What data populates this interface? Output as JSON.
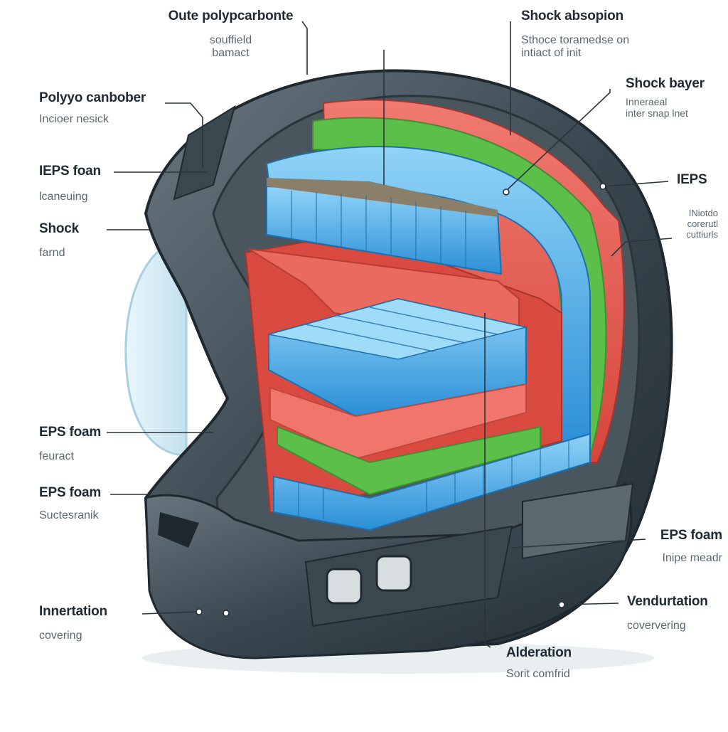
{
  "callouts": [
    {
      "id": "outer-shell",
      "title": "Oute polypcarbonte",
      "sub": "souffield\nbamact"
    },
    {
      "id": "shock-absorption",
      "title": "Shock absopion",
      "sub": "Sthoce toramedse on\nintiact of init"
    },
    {
      "id": "shock-bayer",
      "title": "Shock bayer",
      "sub": "Inneraeal\ninter snap lnet"
    },
    {
      "id": "polyyo-canbober",
      "title": "Polyyo canbober",
      "sub": "Incioer nesick"
    },
    {
      "id": "ieps-foam-left",
      "title": "IEPS foan",
      "sub": "lcaneuing"
    },
    {
      "id": "ieps-right",
      "title": "IEPS",
      "sub": "INiotdo\ncorerutl\ncuttiurls"
    },
    {
      "id": "shock-left",
      "title": "Shock",
      "sub": "farnd"
    },
    {
      "id": "eps-foam-1",
      "title": "EPS foam",
      "sub": "feuract"
    },
    {
      "id": "eps-foam-2",
      "title": "EPS foam",
      "sub": "Suctesranik"
    },
    {
      "id": "eps-foam-right",
      "title": "EPS foam",
      "sub": "Inipe meadr"
    },
    {
      "id": "innertation",
      "title": "Innertation",
      "sub": "covering"
    },
    {
      "id": "vendurtation",
      "title": "Vendurtation",
      "sub": "coververing"
    },
    {
      "id": "alderation",
      "title": "Alderation",
      "sub": "Sorit comfrid"
    }
  ],
  "colors": {
    "shell_dark": "#2f3a42",
    "shell_mid": "#56626b",
    "liner_red": "#e2574c",
    "liner_green": "#5cbf4a",
    "foam_blue": "#3fa7e6",
    "visor": "#cfe9f5",
    "text": "#1f2a33"
  }
}
